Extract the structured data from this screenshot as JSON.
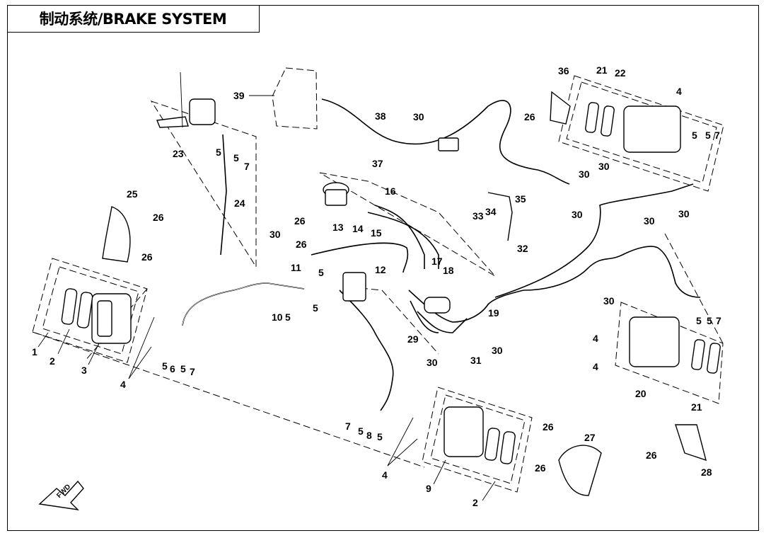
{
  "title": "制动系统/BRAKE SYSTEM",
  "fwd_label": "FWD",
  "parts": [
    {
      "id": "p1",
      "text": "1"
    },
    {
      "id": "p2a",
      "text": "2"
    },
    {
      "id": "p2b",
      "text": "2"
    },
    {
      "id": "p3",
      "text": "3"
    },
    {
      "id": "p4a",
      "text": "4"
    },
    {
      "id": "p4b",
      "text": "4"
    },
    {
      "id": "p4c",
      "text": "4"
    },
    {
      "id": "p4d",
      "text": "4"
    },
    {
      "id": "p4e",
      "text": "4"
    },
    {
      "id": "p5a",
      "text": "5"
    },
    {
      "id": "p5b",
      "text": "5"
    },
    {
      "id": "p5c",
      "text": "5"
    },
    {
      "id": "p5d",
      "text": "5"
    },
    {
      "id": "p5e",
      "text": "5"
    },
    {
      "id": "p5f",
      "text": "5"
    },
    {
      "id": "p5g",
      "text": "5"
    },
    {
      "id": "p5h",
      "text": "5"
    },
    {
      "id": "p5i",
      "text": "5"
    },
    {
      "id": "p5j",
      "text": "5"
    },
    {
      "id": "p5k",
      "text": "5"
    },
    {
      "id": "p5l",
      "text": "5"
    },
    {
      "id": "p5m",
      "text": "5"
    },
    {
      "id": "p6",
      "text": "6"
    },
    {
      "id": "p7a",
      "text": "7"
    },
    {
      "id": "p7b",
      "text": "7"
    },
    {
      "id": "p7c",
      "text": "7"
    },
    {
      "id": "p7d",
      "text": "7"
    },
    {
      "id": "p7e",
      "text": "7"
    },
    {
      "id": "p8",
      "text": "8"
    },
    {
      "id": "p9",
      "text": "9"
    },
    {
      "id": "p10",
      "text": "10"
    },
    {
      "id": "p11",
      "text": "11"
    },
    {
      "id": "p12",
      "text": "12"
    },
    {
      "id": "p13",
      "text": "13"
    },
    {
      "id": "p14",
      "text": "14"
    },
    {
      "id": "p15",
      "text": "15"
    },
    {
      "id": "p16",
      "text": "16"
    },
    {
      "id": "p17",
      "text": "17"
    },
    {
      "id": "p18",
      "text": "18"
    },
    {
      "id": "p19",
      "text": "19"
    },
    {
      "id": "p20",
      "text": "20"
    },
    {
      "id": "p21a",
      "text": "21"
    },
    {
      "id": "p21b",
      "text": "21"
    },
    {
      "id": "p22",
      "text": "22"
    },
    {
      "id": "p23",
      "text": "23"
    },
    {
      "id": "p24",
      "text": "24"
    },
    {
      "id": "p25",
      "text": "25"
    },
    {
      "id": "p26a",
      "text": "26"
    },
    {
      "id": "p26b",
      "text": "26"
    },
    {
      "id": "p26c",
      "text": "26"
    },
    {
      "id": "p26d",
      "text": "26"
    },
    {
      "id": "p26e",
      "text": "26"
    },
    {
      "id": "p26f",
      "text": "26"
    },
    {
      "id": "p26g",
      "text": "26"
    },
    {
      "id": "p26h",
      "text": "26"
    },
    {
      "id": "p27",
      "text": "27"
    },
    {
      "id": "p28",
      "text": "28"
    },
    {
      "id": "p29",
      "text": "29"
    },
    {
      "id": "p30a",
      "text": "30"
    },
    {
      "id": "p30b",
      "text": "30"
    },
    {
      "id": "p30c",
      "text": "30"
    },
    {
      "id": "p30d",
      "text": "30"
    },
    {
      "id": "p30e",
      "text": "30"
    },
    {
      "id": "p30f",
      "text": "30"
    },
    {
      "id": "p30g",
      "text": "30"
    },
    {
      "id": "p30h",
      "text": "30"
    },
    {
      "id": "p30i",
      "text": "30"
    },
    {
      "id": "p30j",
      "text": "30"
    },
    {
      "id": "p31",
      "text": "31"
    },
    {
      "id": "p32",
      "text": "32"
    },
    {
      "id": "p33",
      "text": "33"
    },
    {
      "id": "p34",
      "text": "34"
    },
    {
      "id": "p35",
      "text": "35"
    },
    {
      "id": "p36",
      "text": "36"
    },
    {
      "id": "p37",
      "text": "37"
    },
    {
      "id": "p38",
      "text": "38"
    },
    {
      "id": "p39",
      "text": "39"
    }
  ]
}
